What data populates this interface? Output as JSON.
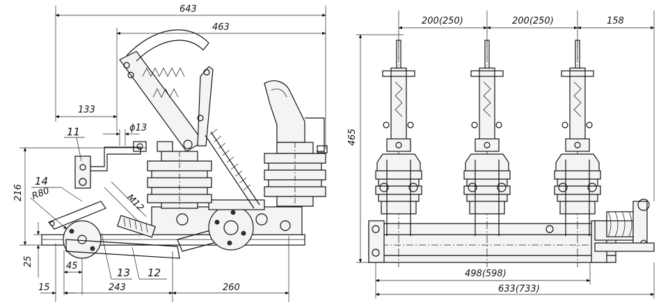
{
  "side_view": {
    "dims": {
      "overall_width": "643",
      "top_width": "463",
      "left_offset": "133",
      "hole_dia": "ϕ13",
      "height": "216",
      "radius": "R80",
      "thread": "M12",
      "base_height": "25",
      "offset_45": "45",
      "offset_15": "15",
      "length_243": "243",
      "length_260": "260"
    },
    "callouts": {
      "c11": "11",
      "c14": "14",
      "c13": "13",
      "c12": "12"
    }
  },
  "front_view": {
    "dims": {
      "pitch_1": "200(250)",
      "pitch_2": "200(250)",
      "end_158": "158",
      "height_465": "465",
      "base_498": "498(598)",
      "overall_633": "633(733)"
    }
  }
}
